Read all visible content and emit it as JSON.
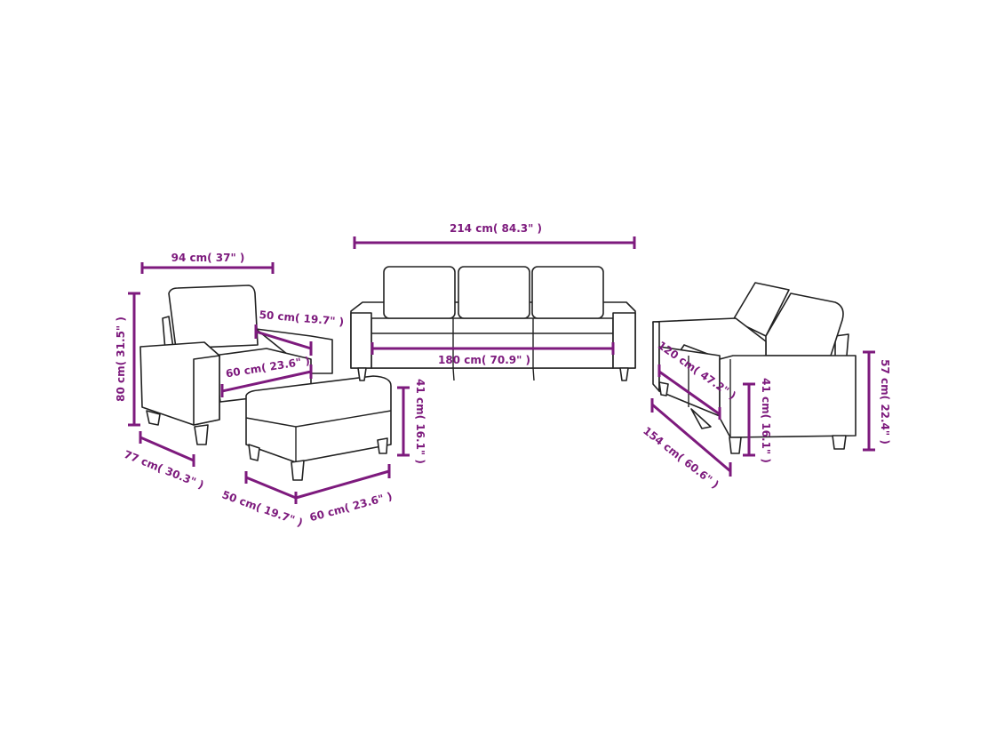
{
  "accent_color": "#7d1a7d",
  "armchair": {
    "width": "94 cm( 37\" )",
    "height": "80 cm( 31.5\" )",
    "depth": "77 cm( 30.3\" )",
    "seat_depth": "50 cm( 19.7\" )",
    "seat_width": "60 cm( 23.6\" )"
  },
  "ottoman": {
    "height": "41 cm( 16.1\" )",
    "depth": "50 cm( 19.7\" )",
    "width": "60 cm( 23.6\" )"
  },
  "three_seater": {
    "width": "214 cm( 84.3\" )",
    "seat_width": "180 cm( 70.9\" )"
  },
  "two_seater": {
    "seat_width": "120 cm( 47.2\" )",
    "width": "154 cm( 60.6\" )",
    "seat_height": "41 cm( 16.1\" )",
    "height": "57 cm( 22.4\" )"
  }
}
